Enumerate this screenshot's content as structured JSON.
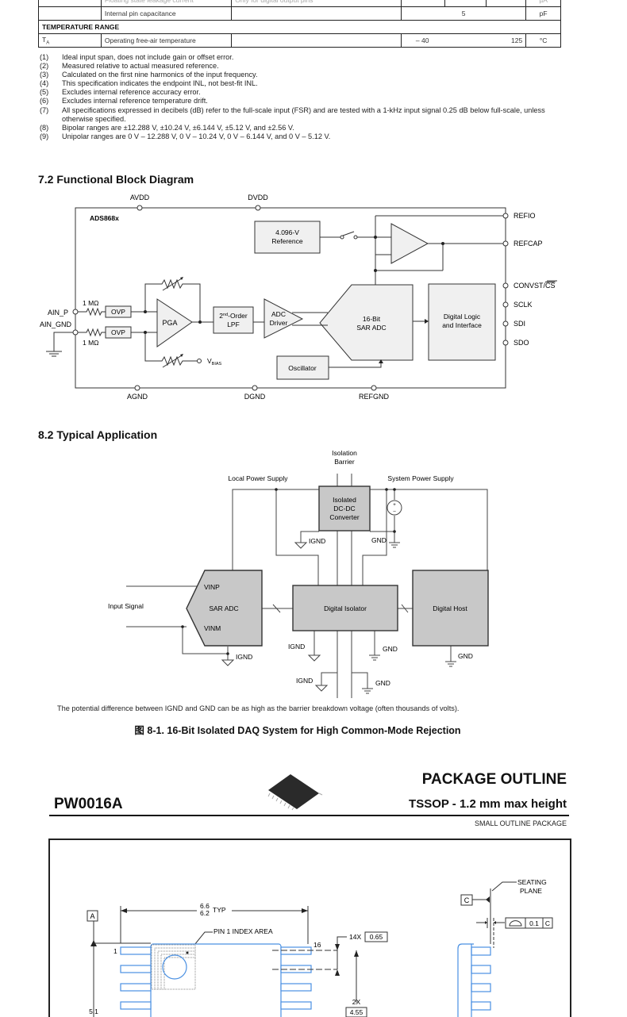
{
  "spec_table": {
    "rows": [
      {
        "symbol": "",
        "parameter": "Floating state leakage current",
        "conditions": "Only for digital output pins",
        "min": "",
        "typ": "",
        "max": "",
        "unit": "µA",
        "partial": true
      },
      {
        "symbol": "",
        "parameter": "Internal pin capacitance",
        "conditions": "",
        "min": "",
        "typ": "5",
        "max": "",
        "unit": "pF"
      },
      {
        "section_header": "TEMPERATURE RANGE"
      },
      {
        "symbol": "T",
        "symbol_sub": "A",
        "parameter": "Operating free-air temperature",
        "conditions": "",
        "min": "– 40",
        "typ": "",
        "max": "125",
        "unit": "°C"
      }
    ]
  },
  "notes": [
    {
      "num": "(1)",
      "text": "Ideal input span, does not include gain or offset error."
    },
    {
      "num": "(2)",
      "text": "Measured relative to actual measured reference."
    },
    {
      "num": "(3)",
      "text": "Calculated on the first nine harmonics of the input frequency."
    },
    {
      "num": "(4)",
      "text": "This specification indicates the endpoint INL, not best-fit INL."
    },
    {
      "num": "(5)",
      "text": "Excludes internal reference accuracy error."
    },
    {
      "num": "(6)",
      "text": "Excludes internal reference temperature drift."
    },
    {
      "num": "(7)",
      "text": "All specifications expressed in decibels (dB) refer to the full-scale input (FSR) and are tested with a 1-kHz input signal 0.25 dB below full-scale, unless otherwise specified."
    },
    {
      "num": "(8)",
      "text": "Bipolar ranges are ±12.288 V, ±10.24 V, ±6.144 V, ±5.12 V, and ±2.56 V."
    },
    {
      "num": "(9)",
      "text": "Unipolar ranges are 0 V – 12.288 V, 0 V – 10.24 V, 0 V – 6.144 V, and 0 V – 5.12 V."
    }
  ],
  "block_diagram": {
    "heading": "7.2 Functional Block Diagram",
    "device": "ADS868x",
    "pins": {
      "avdd": "AVDD",
      "dvdd": "DVDD",
      "agnd": "AGND",
      "dgnd": "DGND",
      "refgnd": "REFGND",
      "refio": "REFIO",
      "refcap": "REFCAP",
      "convst": "CONVST/",
      "cs": "CS",
      "sclk": "SCLK",
      "sdi": "SDI",
      "sdo": "SDO",
      "ain_p": "AIN_P",
      "ain_gnd": "AIN_GND",
      "vbias": "V",
      "vbias_sub": "BIAS"
    },
    "blocks": {
      "reference_line1": "4.096-V",
      "reference_line2": "Reference",
      "ovp": "OVP",
      "pga": "PGA",
      "lpf_line1_sup": "nd",
      "lpf_line1_pre": "2",
      "lpf_line1_post": "-Order",
      "lpf_line2": "LPF",
      "driver_line1": "ADC",
      "driver_line2": "Driver",
      "sar_line1": "16-Bit",
      "sar_line2": "SAR ADC",
      "logic_line1": "Digital Logic",
      "logic_line2": "and Interface",
      "oscillator": "Oscillator",
      "resistor": "1 MΩ"
    }
  },
  "typical_app": {
    "heading": "8.2 Typical Application",
    "labels": {
      "barrier_line1": "Isolation",
      "barrier_line2": "Barrier",
      "local_supply": "Local Power Supply",
      "system_supply": "System Power Supply",
      "dcdc_line1": "Isolated",
      "dcdc_line2": "DC-DC",
      "dcdc_line3": "Converter",
      "ignd": "IGND",
      "gnd": "GND",
      "input_signal": "Input Signal",
      "vinp": "VINP",
      "vinm": "VINM",
      "sar_adc": "SAR ADC",
      "digital_isolator": "Digital Isolator",
      "digital_host": "Digital Host"
    },
    "note": "The potential difference between IGND and GND can be as high as the barrier breakdown voltage (often thousands of volts).",
    "caption": "图 8-1. 16-Bit Isolated DAQ System for High Common-Mode Rejection"
  },
  "package": {
    "id": "PW0016A",
    "title": "PACKAGE OUTLINE",
    "subtitle": "TSSOP - 1.2 mm max height",
    "type": "SMALL OUTLINE PACKAGE",
    "drawing": {
      "datum_a": "A",
      "datum_c": "C",
      "width_max": "6.6",
      "width_min": "6.2",
      "width_typ": "TYP",
      "pin1_label": "PIN 1 INDEX AREA",
      "pin1": "1",
      "pin16": "16",
      "pitch_count": "14X",
      "pitch": "0.65",
      "span_count": "2X",
      "span": "4.55",
      "body_dim": "5.1",
      "seating_line1": "SEATING",
      "seating_line2": "PLANE",
      "flatness": "0.1",
      "flatness_datum": "C"
    }
  }
}
